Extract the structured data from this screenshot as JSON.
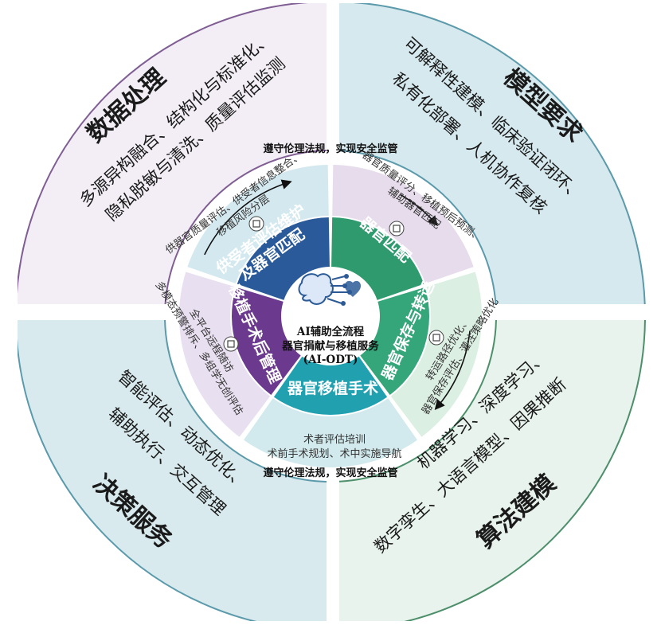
{
  "center": {
    "line1": "AI辅助全流程",
    "line2": "器官捐献与移植服务",
    "line3": "(AI-ODT)"
  },
  "band": {
    "top": "遵守伦理法规，实现安全监管",
    "bottom": "遵守伦理法规，实现安全监管"
  },
  "quadrants": [
    {
      "id": "data",
      "title": "数据处理",
      "lines": [
        "多源异构融合、结构化与标准化、",
        "隐私脱敏与清洗、质量评估监测"
      ],
      "color": "#f3eef6",
      "stroke": "#7f5e93"
    },
    {
      "id": "model",
      "title": "模型要求",
      "lines": [
        "可解释性建模、临床验证闭环、",
        "私有化部署、人机协作复核"
      ],
      "color": "#d6e9ee",
      "stroke": "#5b9aab"
    },
    {
      "id": "decision",
      "title": "决策服务",
      "lines": [
        "智能评估、动态优化、",
        "辅助执行、交互管理"
      ],
      "color": "#d8eaed",
      "stroke": "#5b9aab"
    },
    {
      "id": "algorithm",
      "title": "算法建模",
      "lines": [
        "机器学习、深度学习、",
        "数字孪生、大语言模型、因果推断"
      ],
      "color": "#e7f3ec",
      "stroke": "#4c8f6a"
    }
  ],
  "components": [
    {
      "id": "donor",
      "title_lines": [
        "供受者评估维护",
        "及器官匹配"
      ],
      "color": "#2a5a99",
      "outer_lines": [
        "供器官质量评估、供受者信息整合、",
        "移植风险分层"
      ],
      "outer_color": "#d4e9ef"
    },
    {
      "id": "match",
      "title_lines": [
        "器官匹配"
      ],
      "color": "#2e9a6e",
      "outer_lines": [
        "器官质量评分、移植预后预测、",
        "辅助器官匹配"
      ],
      "outer_color": "#e6dcec"
    },
    {
      "id": "preserve",
      "title_lines": [
        "器官保存与转运"
      ],
      "color": "#34a67a",
      "outer_lines": [
        "转运路径优化、",
        "器官保存评估、灌注策略优化"
      ],
      "outer_color": "#dcefe3"
    },
    {
      "id": "surgery",
      "title_lines": [
        "器官移植手术"
      ],
      "color": "#21a0b0",
      "outer_lines": [
        "术者评估培训",
        "术前手术规划、术中实施导航"
      ],
      "outer_color": "#d2eaed"
    },
    {
      "id": "postop",
      "title_lines": [
        "移植手术后管理"
      ],
      "color": "#6b3a8e",
      "outer_lines": [
        "全平台远程随访",
        "多模态预警排斥、多组学无创评估"
      ],
      "outer_color": "#e8dff0"
    }
  ],
  "icons": [
    "brain-circuit-icon",
    "clipboard-icon",
    "heart-document-icon",
    "medical-case-icon",
    "heart-hand-icon",
    "cycle-arrow-icon"
  ]
}
